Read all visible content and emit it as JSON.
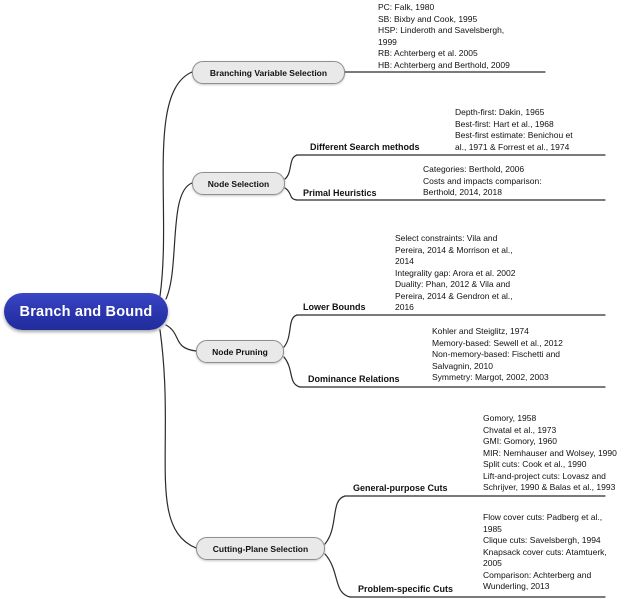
{
  "root": {
    "label": "Branch and Bound"
  },
  "branches": [
    {
      "label": "Branching Variable Selection",
      "citations": "PC: Falk, 1980\nSB: Bixby and Cook, 1995\nHSP: Linderoth and Savelsbergh,\n1999\nRB: Achterberg et al. 2005\nHB: Achterberg and Berthold, 2009"
    },
    {
      "label": "Node Selection",
      "children": [
        {
          "label": "Different Search methods",
          "citations": "Depth-first: Dakin, 1965\nBest-first: Hart et al., 1968\nBest-first estimate: Benichou et\nal., 1971 & Forrest et al., 1974"
        },
        {
          "label": "Primal Heuristics",
          "citations": "Categories: Berthold, 2006\nCosts and impacts comparison:\nBerthold, 2014, 2018"
        }
      ]
    },
    {
      "label": "Node Pruning",
      "children": [
        {
          "label": "Lower Bounds",
          "citations": "Select constraints: Vila and\nPereira, 2014 & Morrison et al.,\n2014\nIntegrality gap: Arora et al. 2002\nDuality: Phan, 2012 & Vila and\nPereira, 2014 & Gendron et al.,\n2016"
        },
        {
          "label": "Dominance Relations",
          "citations": "Kohler and Steiglitz, 1974\nMemory-based: Sewell et al., 2012\nNon-memory-based: Fischetti and\nSalvagnin, 2010\nSymmetry: Margot, 2002, 2003"
        }
      ]
    },
    {
      "label": "Cutting-Plane Selection",
      "children": [
        {
          "label": "General-purpose Cuts",
          "citations": "Gomory, 1958\nChvatal et al., 1973\nGMI: Gomory, 1960\nMIR: Nemhauser and Wolsey, 1990\nSplit cuts: Cook et al., 1990\nLift-and-project cuts: Lovasz and\nSchrijver, 1990 & Balas et al., 1993"
        },
        {
          "label": "Problem-specific Cuts",
          "citations": "Flow cover cuts: Padberg et al.,\n1985\nClique cuts: Savelsbergh, 1994\nKnapsack cover cuts: Atamtuerk,\n2005\nComparison: Achterberg and\nWunderling, 2013"
        }
      ]
    }
  ],
  "colors": {
    "root_bg": "#2a35ad",
    "root_text": "#ffffff",
    "branch_box_bg": "#e9e9e9",
    "branch_box_border": "#8f8f8f",
    "line": "#2b2b2b"
  }
}
